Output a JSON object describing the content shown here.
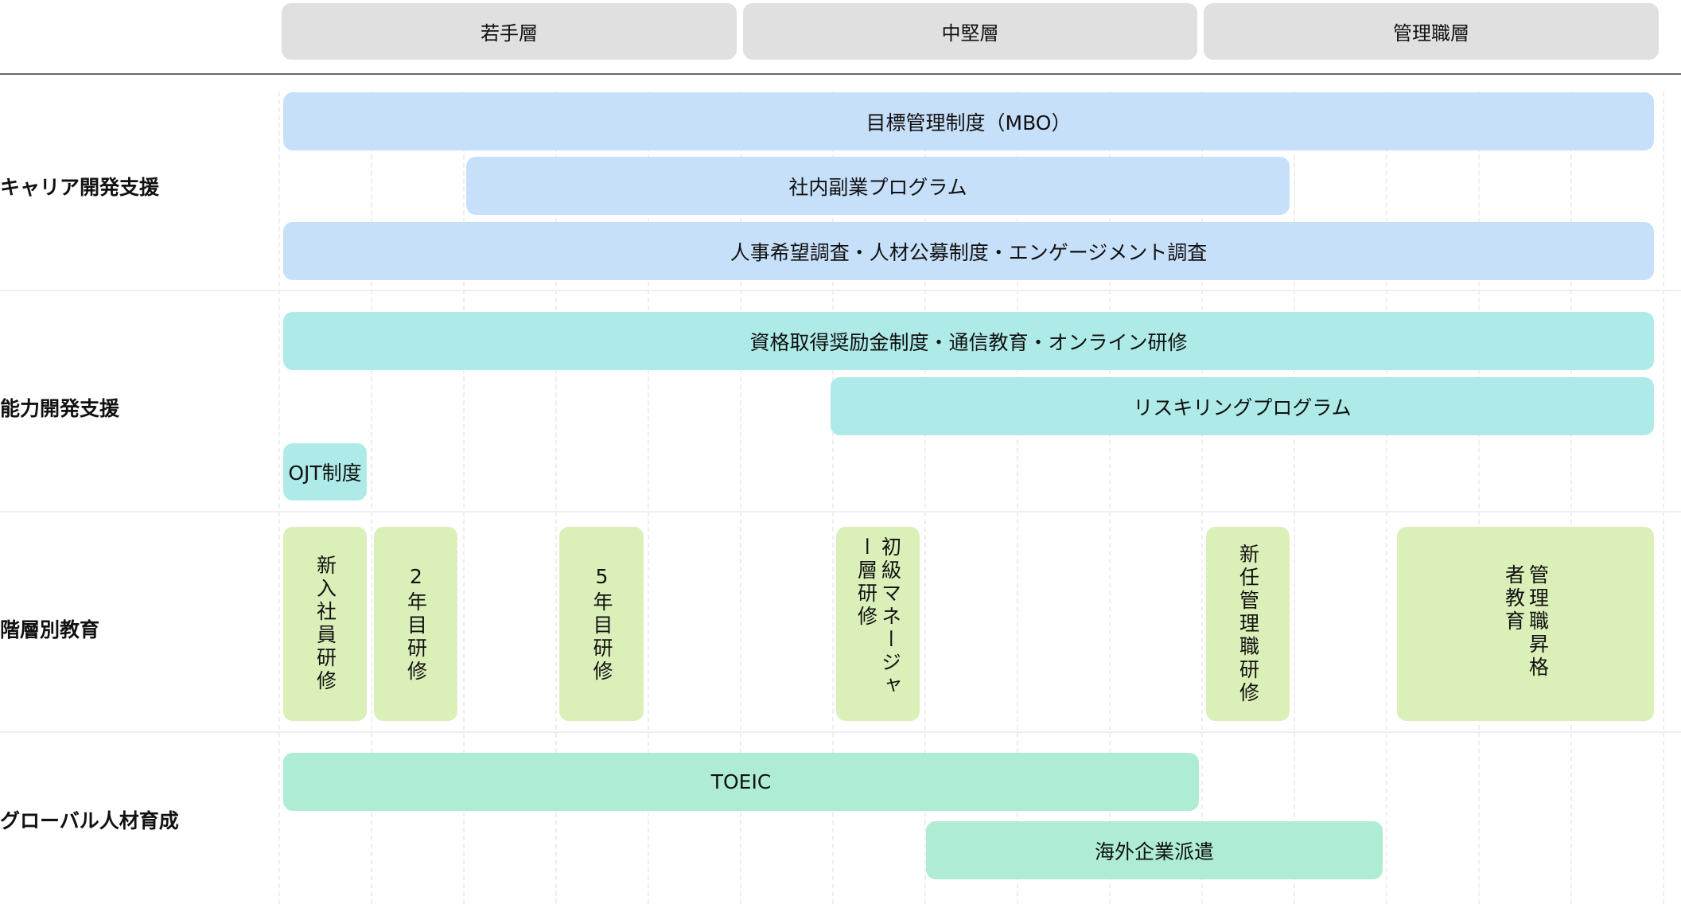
{
  "columns": [
    "若手層",
    "中堅層",
    "管理職層"
  ],
  "rows": {
    "career": {
      "label": "キャリア開発支援",
      "items": [
        "目標管理制度（MBO）",
        "社内副業プログラム",
        "人事希望調査・人材公募制度・エンゲージメント調査"
      ]
    },
    "ability": {
      "label": "能力開発支援",
      "items": [
        "資格取得奨励金制度・通信教育・オンライン研修",
        "リスキリングプログラム",
        "OJT制度"
      ]
    },
    "tiered": {
      "label": "階層別教育",
      "items": [
        "新入社員研修",
        "2年目研修",
        "5年目研修",
        "初級マネージャー層研修",
        "新任管理職研修",
        "管理職昇格者教育"
      ]
    },
    "global": {
      "label": "グローバル人材育成",
      "items": [
        "TOEIC",
        "海外企業派遣"
      ]
    }
  },
  "colors": {
    "career": "#c7e0fa",
    "ability": "#aeebe8",
    "tiered": "#dbefb9",
    "global": "#aeedd3",
    "header": "#e0e0e0"
  }
}
